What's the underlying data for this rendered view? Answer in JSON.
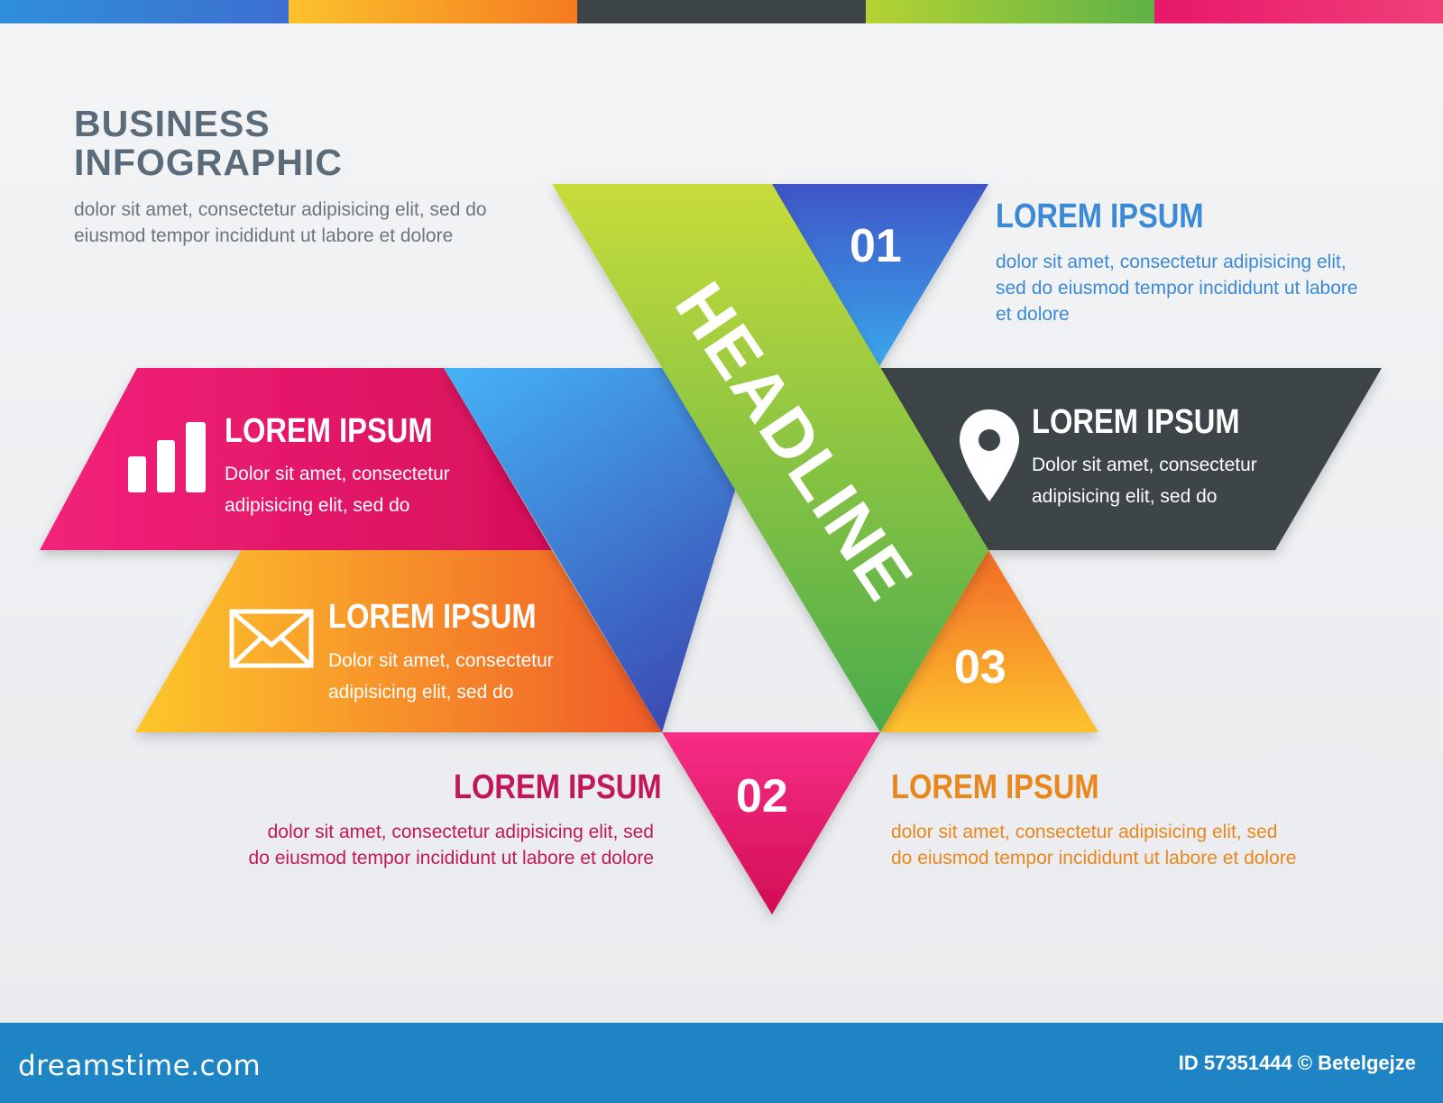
{
  "colors": {
    "blue": "#3f6fd3",
    "green": "#7cc242",
    "pink": "#e2155f",
    "orange": "#f5871f",
    "yellow": "#fbb726",
    "dark": "#3d4549",
    "footer": "#1f84c4"
  },
  "top_stripes": [
    "#2d8fd8",
    "#f9a21b",
    "#3d4549",
    "#86c440",
    "#e91e6b"
  ],
  "header": {
    "title_line1": "BUSINESS",
    "title_line2": "INFOGRAPHIC",
    "intro": "dolor sit amet, consectetur adipisicing elit, sed do eiusmod tempor incididunt ut labore et dolore"
  },
  "headline": "HEADLINE",
  "steps": [
    {
      "number": "01",
      "heading": "LOREM IPSUM",
      "text": "dolor sit amet, consectetur adipisicing elit, sed do eiusmod tempor incididunt ut labore et dolore",
      "color": "#3c8ad6"
    },
    {
      "number": "02",
      "heading": "LOREM IPSUM",
      "text": "dolor sit amet, consectetur adipisicing elit, sed do eiusmod tempor incididunt ut labore et dolore",
      "color": "#c2185b"
    },
    {
      "number": "03",
      "heading": "LOREM IPSUM",
      "text": "dolor sit amet, consectetur adipisicing elit, sed do eiusmod tempor incididunt ut labore et dolore",
      "color": "#e8871c"
    }
  ],
  "panels": {
    "chart": {
      "heading": "LOREM IPSUM",
      "text": "Dolor sit amet, consectetur adipisicing elit, sed do",
      "icon": "bar-chart-icon"
    },
    "mail": {
      "heading": "LOREM IPSUM",
      "text": "Dolor sit amet, consectetur adipisicing elit, sed do",
      "icon": "envelope-icon"
    },
    "location": {
      "heading": "LOREM IPSUM",
      "text": "Dolor sit amet, consectetur adipisicing elit, sed do",
      "icon": "map-pin-icon"
    }
  },
  "footer": {
    "brand": "dreamstime.com",
    "credit": "ID 57351444 © Betelgejze"
  }
}
